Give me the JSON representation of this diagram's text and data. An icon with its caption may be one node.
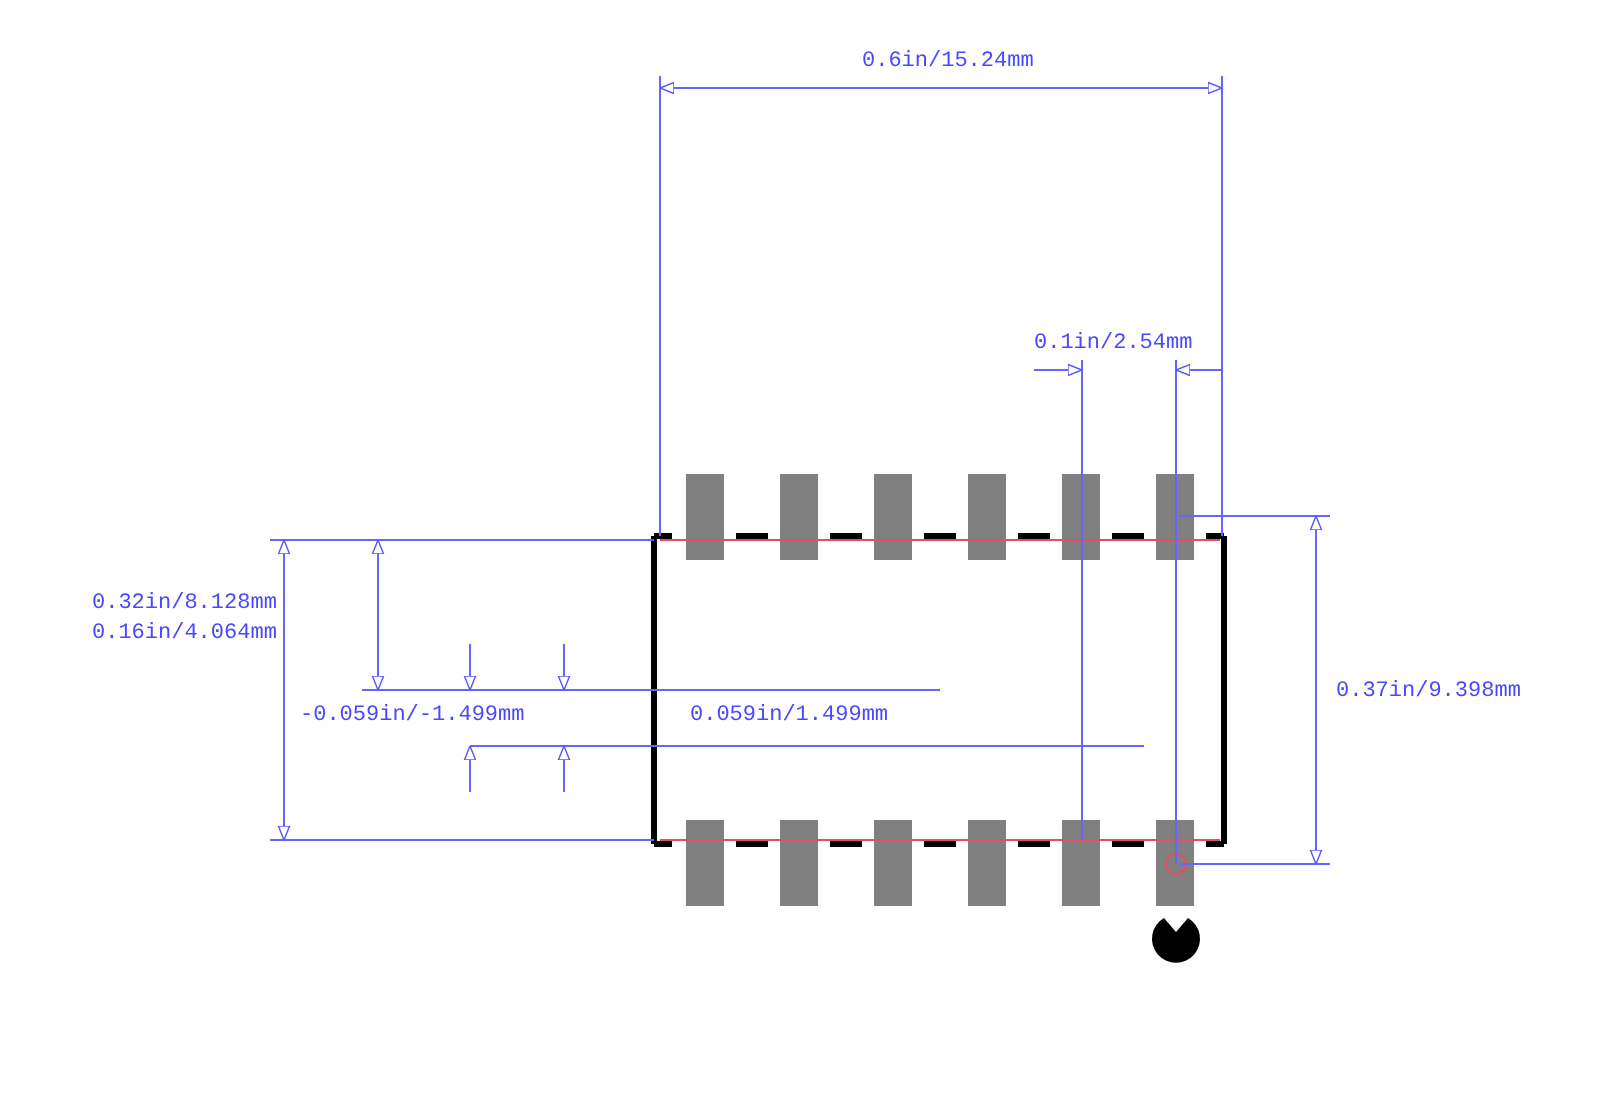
{
  "diagram": {
    "labels": [
      "0.6in/15.24mm",
      "0.1in/2.54mm",
      "0.32in/8.128mm",
      "0.16in/4.064mm",
      "0.37in/9.398mm",
      "-0.059in/-1.499mm",
      "0.059in/1.499mm"
    ]
  }
}
